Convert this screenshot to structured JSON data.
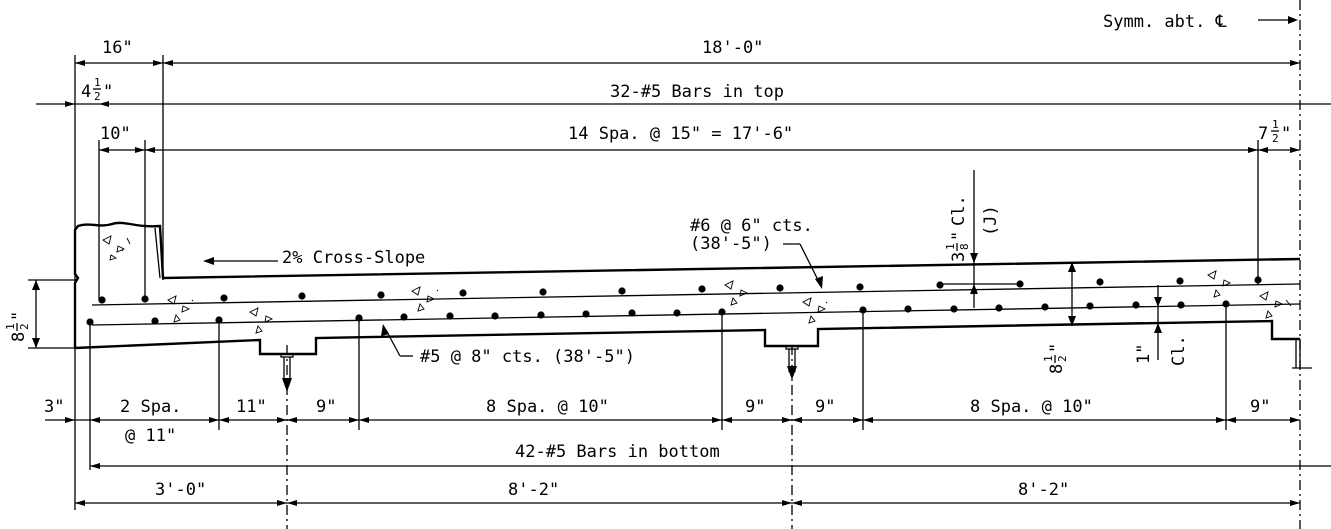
{
  "labels": {
    "symm": "Symm. abt. ℄",
    "dim_16in": "16\"",
    "dim_18ft": "18'-0\"",
    "dim_4half_whole": "4",
    "dim_4half_frac_num": "1",
    "dim_4half_frac_den": "2",
    "dim_4half_inch": "\"",
    "top_bars": "32-#5 Bars in top",
    "dim_10in": "10\"",
    "top_spacing": "14 Spa. @ 15\" = 17'-6\"",
    "dim_7half_whole": "7",
    "dim_7half_frac_num": "1",
    "dim_7half_frac_den": "2",
    "dim_7half_inch": "\"",
    "cross_slope": "2% Cross-Slope",
    "trans_bar_1": "#6 @ 6\" cts.",
    "trans_bar_2": "(38'-5\")",
    "clear_top_whole": "3",
    "clear_top_frac_num": "1",
    "clear_top_frac_den": "8",
    "clear_top_inch": "\"",
    "clear_top_cl": "Cl.",
    "clear_top_j": "(J)",
    "depth_left_whole": "8",
    "depth_left_frac_num": "1",
    "depth_left_frac_den": "2",
    "depth_left_inch": "\"",
    "depth_right_whole": "8",
    "depth_right_frac_num": "1",
    "depth_right_frac_den": "2",
    "depth_right_inch": "\"",
    "clear_bot": "1\"",
    "clear_bot_cl": "Cl.",
    "bot_trans": "#5 @ 8\" cts. (38'-5\")",
    "dim_3in": "3\"",
    "spa2": "2 Spa.",
    "spa2_at": "@ 11\"",
    "dim_11in": "11\"",
    "dim_9in_a": "9\"",
    "spa8_a": "8 Spa. @ 10\"",
    "dim_9in_b": "9\"",
    "dim_9in_c": "9\"",
    "spa8_b": "8 Spa. @ 10\"",
    "dim_9in_d": "9\"",
    "bottom_bars": "42-#5 Bars in bottom",
    "dim_3ft": "3'-0\"",
    "dim_8ft2_a": "8'-2\"",
    "dim_8ft2_b": "8'-2\""
  }
}
